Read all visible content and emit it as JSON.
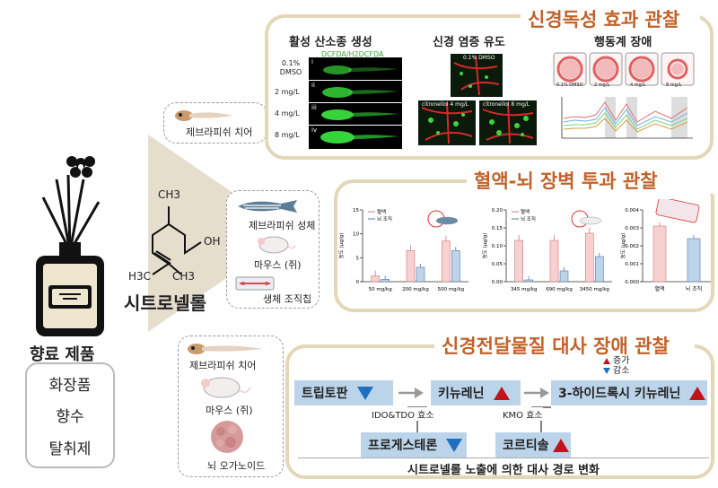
{
  "product": {
    "title": "향료 제품",
    "items": [
      "화장품",
      "향수",
      "탈취제"
    ]
  },
  "compound": {
    "name": "시트로넬롤",
    "formula_ch3_top": "CH3",
    "formula_oh": "OH",
    "formula_h3c": "H3C",
    "formula_ch3_bottom": "CH3"
  },
  "models": {
    "top": [
      "제브라피쉬 치어"
    ],
    "middle": [
      "제브라피쉬 성체",
      "마우스 (쥐)",
      "생체 조직칩"
    ],
    "bottom": [
      "제브라피쉬 치어",
      "마우스 (쥐)",
      "뇌 오가노이드"
    ]
  },
  "panel1": {
    "title": "신경독성 효과 관찰",
    "sub1": "활성 산소종 생성",
    "sub2": "신경 염증 유도",
    "sub3": "행동계 장애",
    "dye_label": "DCFDA/H2DCFDA",
    "doses": [
      "0.1% DMSO",
      "2 mg/L",
      "4 mg/L",
      "8 mg/L"
    ],
    "roman": [
      "i",
      "ii",
      "iii",
      "iv"
    ],
    "inflam_labels": [
      "0.1% DMSO",
      "citronellol 4 mg/L",
      "citronellol 8 mg/L"
    ],
    "behav_labels": [
      "0.1% DMSO",
      "2 mg/L",
      "4 mg/L",
      "8 mg/L"
    ]
  },
  "panel2": {
    "title": "혈액-뇌 장벽 투과 관찰",
    "legend_blood": "혈액",
    "legend_brain": "뇌 조직",
    "ylabel": "농도 (μg/g)",
    "charts": [
      {
        "categories": [
          "50 mg/kg",
          "200 mg/kg",
          "500 mg/kg"
        ],
        "yticks": [
          "0",
          "5",
          "10",
          "15"
        ],
        "ymax": 15,
        "blood": [
          1.2,
          6.5,
          8.5
        ],
        "brain": [
          0.5,
          3.0,
          6.5
        ]
      },
      {
        "categories": [
          "345 mg/kg",
          "690 mg/kg",
          "3450 mg/kg"
        ],
        "yticks": [
          "0.00",
          "0.05",
          "0.10",
          "0.15",
          "0.20"
        ],
        "ymax": 0.2,
        "blood": [
          0.115,
          0.115,
          0.135
        ],
        "brain": [
          0.005,
          0.03,
          0.07
        ]
      },
      {
        "categories": [
          "혈액",
          "뇌 조직"
        ],
        "yticks": [
          "0.000",
          "0.001",
          "0.002",
          "0.003",
          "0.004"
        ],
        "ymax": 0.004,
        "blood": [
          0.0031
        ],
        "brain": [
          0.0024
        ]
      }
    ]
  },
  "panel3": {
    "title": "신경전달물질 대사 장애 관찰",
    "legend_up": "증가",
    "legend_down": "감소",
    "tryptophan": "트립토판",
    "kynurenine": "키뉴레닌",
    "hydroxy": "3-하이드록시 키뉴레닌",
    "ido_tdo": "IDO&TDO 효소",
    "kmo": "KMO 효소",
    "progesterone": "프로게스테론",
    "cortisol": "코르티솔",
    "footer": "시트로넬롤 노출에 의한 대사 경로 변화"
  },
  "colors": {
    "accent_title": "#c0622a",
    "panel_border": "#e3d7b8",
    "blue_box": "#bcd4ea",
    "down_arrow": "#1f6fc1",
    "up_arrow": "#c0141b",
    "bar_pink": "#f7d0d2",
    "bar_blue": "#bcd4ea"
  }
}
